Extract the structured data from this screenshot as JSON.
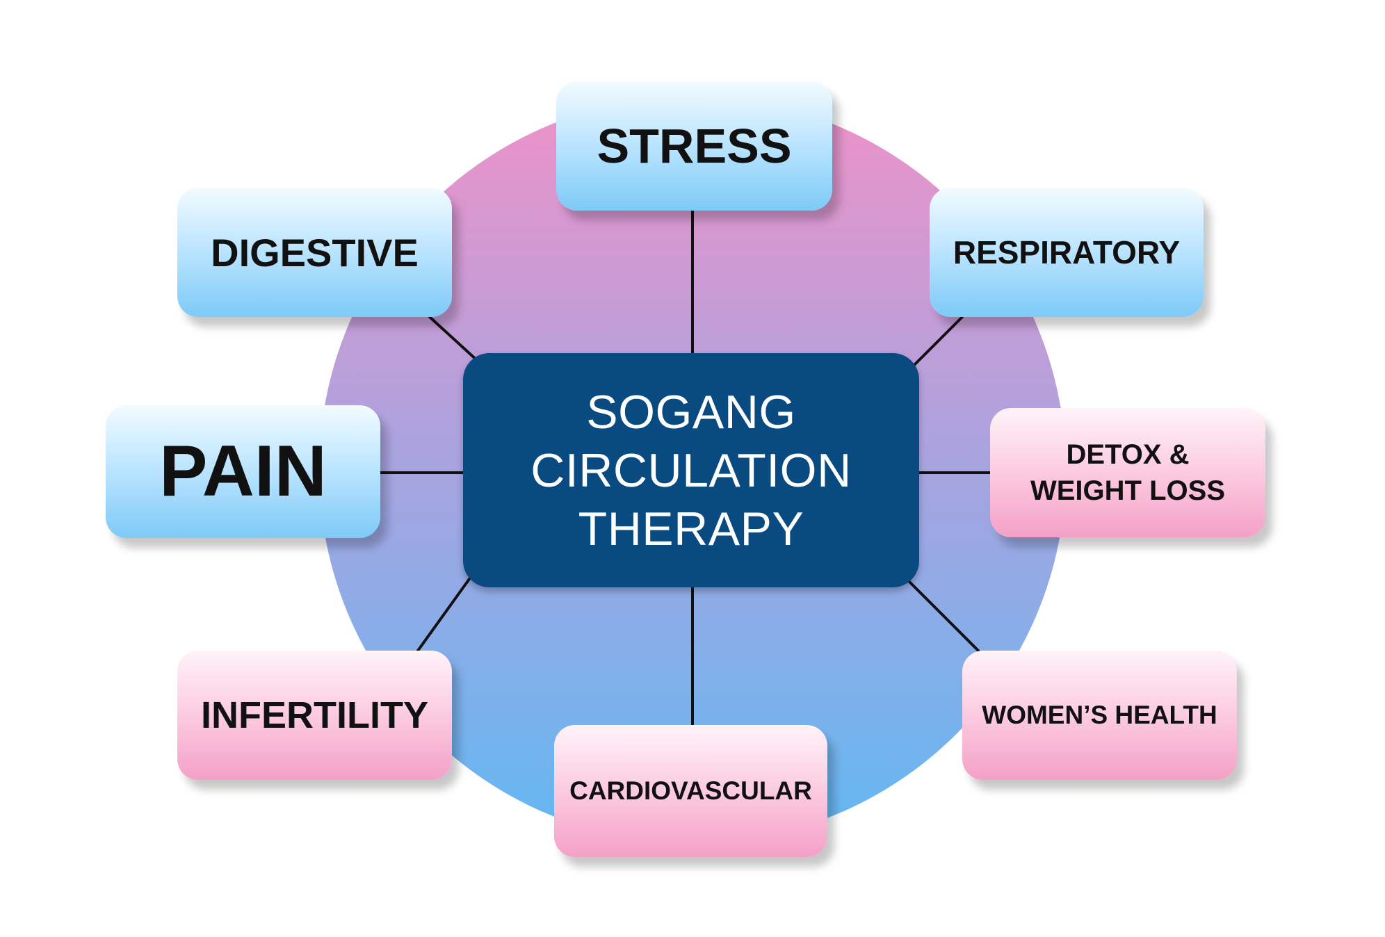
{
  "diagram": {
    "center": {
      "lines": [
        "SOGANG",
        "CIRCULATION",
        "THERAPY"
      ],
      "color": "#094a80"
    },
    "nodes": {
      "stress": {
        "label": "STRESS",
        "color": "blue"
      },
      "digestive": {
        "label": "DIGESTIVE",
        "color": "blue"
      },
      "respiratory": {
        "label": "RESPIRATORY",
        "color": "blue"
      },
      "pain": {
        "label": "PAIN",
        "color": "blue"
      },
      "detox": {
        "lines": [
          "DETOX &",
          "WEIGHT LOSS"
        ],
        "color": "pink"
      },
      "infertility": {
        "label": "INFERTILITY",
        "color": "pink"
      },
      "womens_health": {
        "label": "WOMEN’S HEALTH",
        "color": "pink"
      },
      "cardiovascular": {
        "label": "CARDIOVASCULAR",
        "color": "pink"
      }
    },
    "palette": {
      "circle_top": "#ee92c8",
      "circle_bottom": "#62b8f2",
      "node_blue": "#7ecaf7",
      "node_pink": "#f4a0c8"
    }
  }
}
